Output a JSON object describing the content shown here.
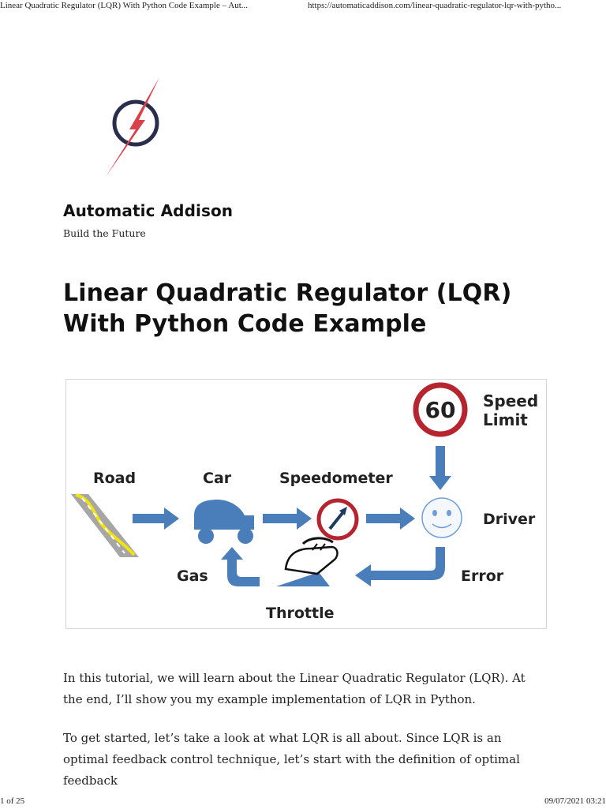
{
  "print_header": {
    "title": "Linear Quadratic Regulator (LQR) With Python Code Example – Aut...",
    "url": "https://automaticaddison.com/linear-quadratic-regulator-lqr-with-pytho..."
  },
  "print_footer": {
    "page": "1 of 25",
    "datetime": "09/07/2021 03:21"
  },
  "site": {
    "logo_icon": "lightning-bolt-logo",
    "title": "Automatic Addison",
    "tagline": "Build the Future"
  },
  "post": {
    "title": "Linear Quadratic Regulator (LQR) With Python Code Example"
  },
  "figure": {
    "labels": {
      "road": "Road",
      "car": "Car",
      "speedometer": "Speedometer",
      "speed_limit_value": "60",
      "speed_limit_line1": "Speed",
      "speed_limit_line2": "Limit",
      "driver": "Driver",
      "error": "Error",
      "throttle": "Throttle",
      "gas": "Gas"
    },
    "colors": {
      "arrow": "#4a7ebb",
      "sign_red": "#b5242f",
      "road_gray": "#a6a6a6",
      "road_line": "#f2e30f",
      "logo_red": "#d9424a",
      "logo_navy": "#2a2e4d"
    }
  },
  "content": {
    "paragraph_1": "In this tutorial, we will learn about the Linear Quadratic Regulator (LQR). At the end, I’ll show you my example implementation of LQR in Python.",
    "paragraph_2": "To get started, let’s take a look at what LQR is all about. Since LQR is an optimal feedback control technique, let’s start with the definition of optimal feedback"
  }
}
